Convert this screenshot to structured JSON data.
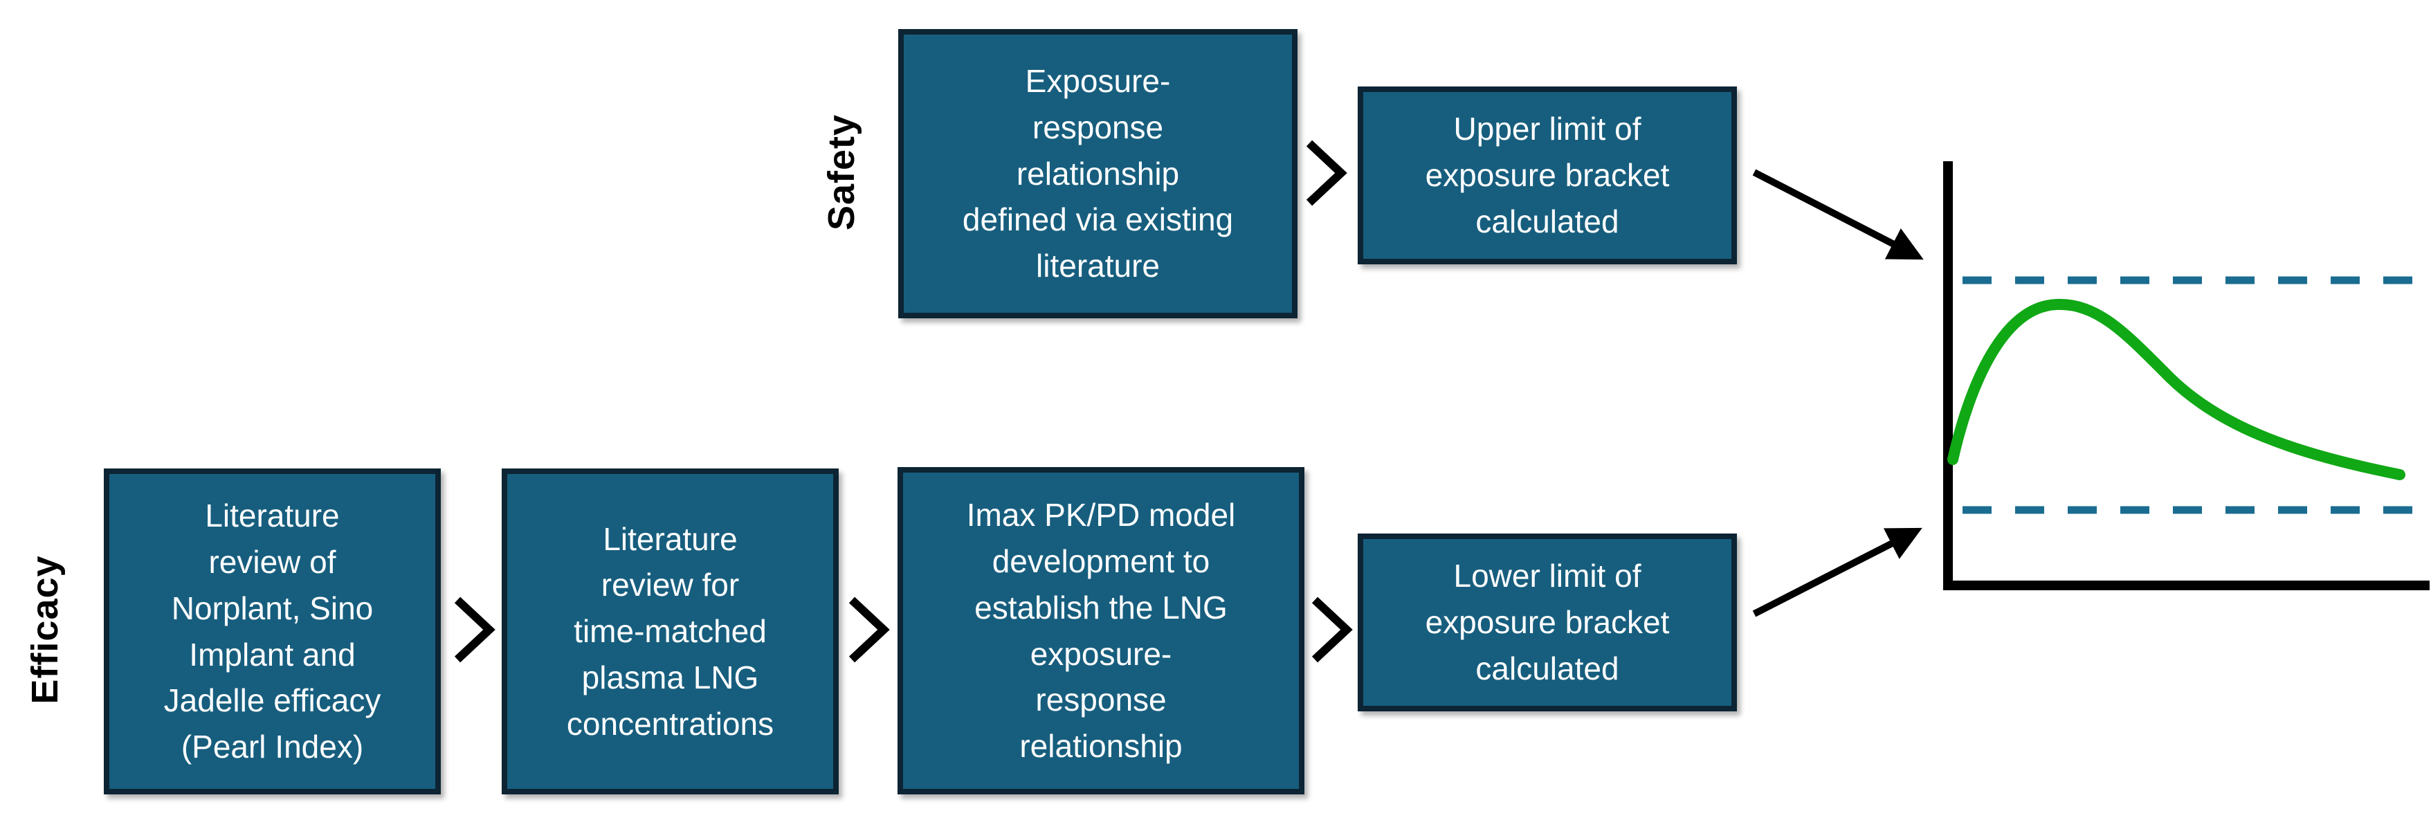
{
  "rows": {
    "safety": {
      "label": "Safety",
      "box1": "Exposure-\nresponse\nrelationship\ndefined via existing\nliterature",
      "box2": "Upper limit of\nexposure bracket\ncalculated"
    },
    "efficacy": {
      "label": "Efficacy",
      "box1": "Literature\nreview of\nNorplant, Sino\nImplant and\nJadelle efficacy\n(Pearl Index)",
      "box2": "Literature\nreview for\ntime-matched\nplasma LNG\nconcentrations",
      "box3": "Imax PK/PD model\ndevelopment to\nestablish the LNG\nexposure-\nresponse\nrelationship",
      "box4": "Lower limit of\nexposure bracket\ncalculated"
    }
  },
  "colors": {
    "box_fill": "#175E7E",
    "box_border": "#0C2433",
    "box_text": "#FFFFFF",
    "label_text": "#000000",
    "chevron": "#000000",
    "arrow": "#000000",
    "axis": "#000000",
    "curve_green": "#10A815",
    "bracket_dash_blue": "#1A6C90"
  },
  "plot": {
    "type": "line",
    "description": "Stylized concentration-time curve rising to a peak then declining, bounded by dashed upper and lower exposure-bracket lines; no axis tick labels shown"
  }
}
